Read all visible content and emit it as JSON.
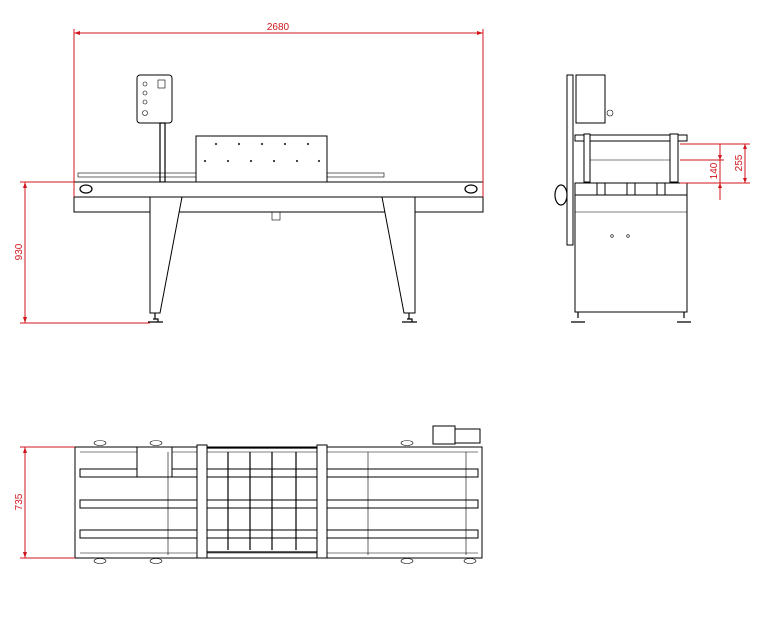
{
  "drawing": {
    "dimension_color": "#d0151c",
    "line_color": "#000000",
    "front_view": {
      "overall_length": "2680",
      "height": "930"
    },
    "side_view": {
      "dim_inner": "140",
      "dim_outer": "255"
    },
    "top_view": {
      "width": "735"
    }
  }
}
